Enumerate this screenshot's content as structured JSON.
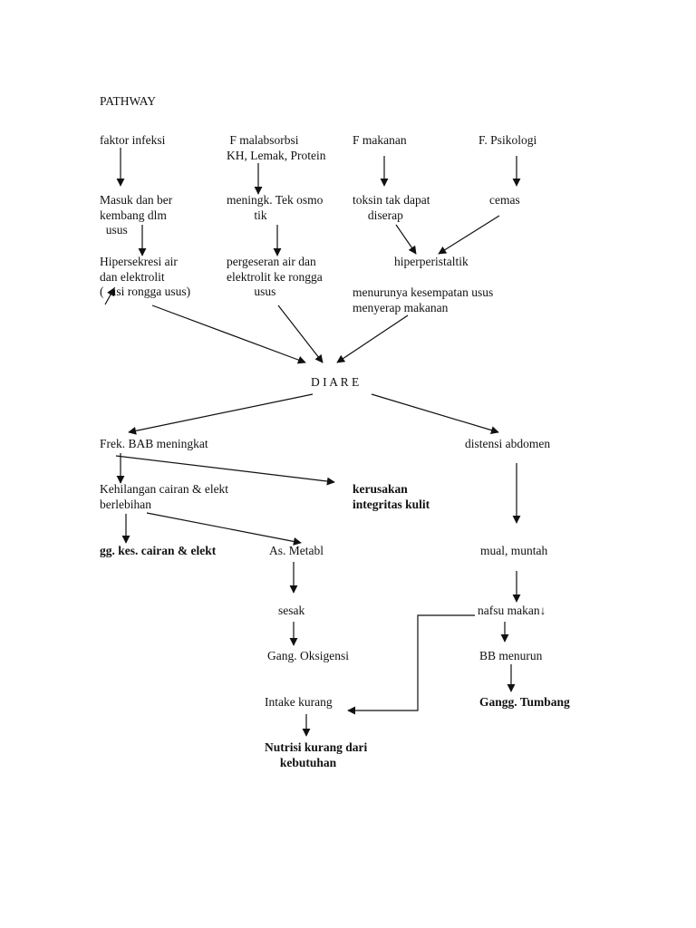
{
  "title": "PATHWAY",
  "factors": {
    "infeksi": "faktor infeksi",
    "malabsorbsi": " F malabsorbsi\nKH, Lemak, Protein",
    "makanan": "F makanan",
    "psikologi": "F. Psikologi"
  },
  "level2": {
    "masuk": "Masuk dan ber\nkembang dlm\n  usus",
    "osmo": "meningk. Tek osmo\n         tik",
    "toksin": "toksin tak dapat\n     diserap",
    "cemas": "cemas"
  },
  "level3": {
    "hipersekresi": "Hipersekresi air\ndan elektrolit\n(   isi rongga usus)",
    "pergeseran": "pergeseran air dan\nelektrolit ke rongga\n         usus",
    "hiperperistaltik": "hiperperistaltik",
    "menurunya": "menurunya kesempatan usus\nmenyerap makanan"
  },
  "center": {
    "diare": "D I A R E"
  },
  "left_branch": {
    "frek_bab": "Frek. BAB meningkat",
    "kehilangan": "Kehilangan cairan & elekt\nberlebihan",
    "kerusakan": "kerusakan\nintegritas kulit",
    "gg_kes": "gg. kes. cairan & elekt",
    "as_metabl": "As. Metabl",
    "sesak": "sesak",
    "gang_oksigensi": "Gang. Oksigensi",
    "intake": "Intake kurang",
    "nutrisi": "Nutrisi kurang dari\n     kebutuhan"
  },
  "right_branch": {
    "distensi": "distensi abdomen",
    "mual": "mual, muntah",
    "nafsu": "nafsu makan↓",
    "bb": "BB menurun",
    "tumbang": "Gangg. Tumbang"
  }
}
